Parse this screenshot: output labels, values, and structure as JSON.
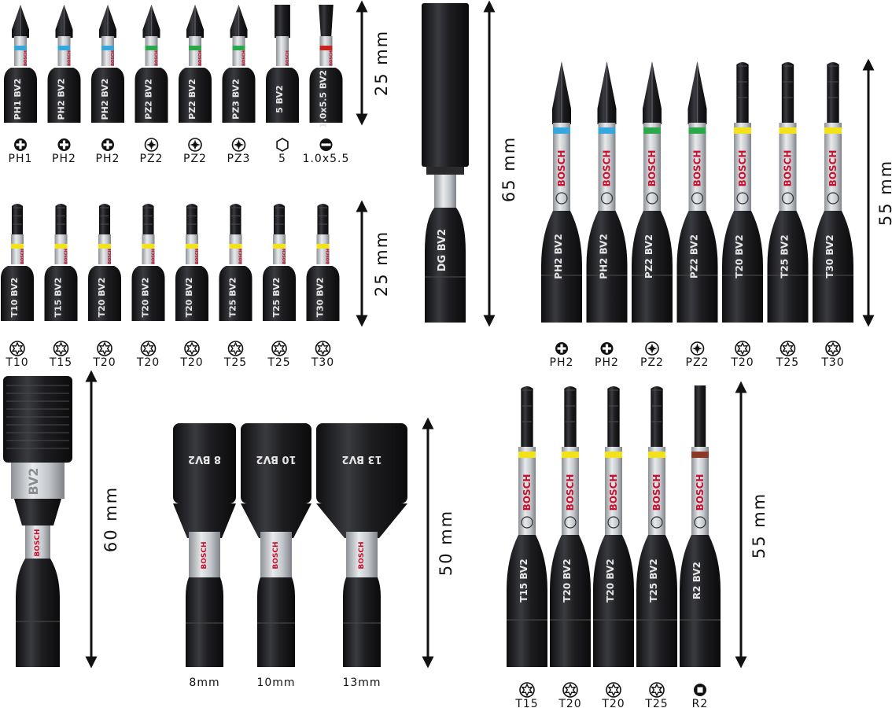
{
  "colors": {
    "bit_black": "#1b1b1d",
    "steel": "#bfc4c8",
    "ph_band": "#35a7dc",
    "pz_band": "#2aa84a",
    "torx_band": "#f2e21c",
    "slot_band": "#c8241f",
    "r_band": "#8b3a2a",
    "bosch_red": "#c8102e"
  },
  "brand": "BOSCH",
  "groups": {
    "short_bits_row1": {
      "dimension": "25 mm",
      "bits": [
        {
          "mark": "PH1",
          "sub": "BV2",
          "band": "ph",
          "tip": "phillips",
          "icon": "phillips-icon",
          "label": "PH1"
        },
        {
          "mark": "PH2",
          "sub": "BV2",
          "band": "ph",
          "tip": "phillips",
          "icon": "phillips-icon",
          "label": "PH2"
        },
        {
          "mark": "PH2",
          "sub": "BV2",
          "band": "ph",
          "tip": "phillips",
          "icon": "phillips-icon",
          "label": "PH2"
        },
        {
          "mark": "PZ2",
          "sub": "BV2",
          "band": "pz",
          "tip": "phillips",
          "icon": "pozidriv-icon",
          "label": "PZ2"
        },
        {
          "mark": "PZ2",
          "sub": "BV2",
          "band": "pz",
          "tip": "phillips",
          "icon": "pozidriv-icon",
          "label": "PZ2"
        },
        {
          "mark": "PZ3",
          "sub": "BV2",
          "band": "pz",
          "tip": "phillips",
          "icon": "pozidriv-icon",
          "label": "PZ3"
        },
        {
          "mark": "5",
          "sub": "BV2",
          "band": "none",
          "tip": "hex",
          "icon": "hex-icon",
          "label": "5"
        },
        {
          "mark": "1.0x5.5",
          "sub": "BV2",
          "band": "slot",
          "tip": "slot",
          "icon": "slotted-icon",
          "label": "1.0x5.5"
        }
      ]
    },
    "short_bits_row2": {
      "dimension": "25 mm",
      "bits": [
        {
          "mark": "T10",
          "sub": "BV2",
          "band": "torx",
          "tip": "torx",
          "icon": "torx-icon",
          "label": "T10"
        },
        {
          "mark": "T15",
          "sub": "BV2",
          "band": "torx",
          "tip": "torx",
          "icon": "torx-icon",
          "label": "T15"
        },
        {
          "mark": "T20",
          "sub": "BV2",
          "band": "torx",
          "tip": "torx",
          "icon": "torx-icon",
          "label": "T20"
        },
        {
          "mark": "T20",
          "sub": "BV2",
          "band": "torx",
          "tip": "torx",
          "icon": "torx-icon",
          "label": "T20"
        },
        {
          "mark": "T20",
          "sub": "BV2",
          "band": "torx",
          "tip": "torx",
          "icon": "torx-icon",
          "label": "T20"
        },
        {
          "mark": "T25",
          "sub": "BV2",
          "band": "torx",
          "tip": "torx",
          "icon": "torx-icon",
          "label": "T25"
        },
        {
          "mark": "T25",
          "sub": "BV2",
          "band": "torx",
          "tip": "torx",
          "icon": "torx-icon",
          "label": "T25"
        },
        {
          "mark": "T30",
          "sub": "BV2",
          "band": "torx",
          "tip": "torx",
          "icon": "torx-icon",
          "label": "T30"
        }
      ]
    },
    "bit_holder": {
      "dimension": "65 mm",
      "mark": "DG",
      "sub": "BV2"
    },
    "long_bits_row1": {
      "dimension": "55 mm",
      "bits": [
        {
          "mark": "PH2",
          "sub": "BV2",
          "band": "ph",
          "tip": "phillips",
          "icon": "phillips-icon",
          "label": "PH2"
        },
        {
          "mark": "PH2",
          "sub": "BV2",
          "band": "ph",
          "tip": "phillips",
          "icon": "phillips-icon",
          "label": "PH2"
        },
        {
          "mark": "PZ2",
          "sub": "BV2",
          "band": "pz",
          "tip": "phillips",
          "icon": "pozidriv-icon",
          "label": "PZ2"
        },
        {
          "mark": "PZ2",
          "sub": "BV2",
          "band": "pz",
          "tip": "phillips",
          "icon": "pozidriv-icon",
          "label": "PZ2"
        },
        {
          "mark": "T20",
          "sub": "BV2",
          "band": "torx",
          "tip": "torx",
          "icon": "torx-icon",
          "label": "T20"
        },
        {
          "mark": "T25",
          "sub": "BV2",
          "band": "torx",
          "tip": "torx",
          "icon": "torx-icon",
          "label": "T25"
        },
        {
          "mark": "T30",
          "sub": "BV2",
          "band": "torx",
          "tip": "torx",
          "icon": "torx-icon",
          "label": "T30"
        }
      ]
    },
    "quick_release_holder": {
      "dimension": "60 mm",
      "mark": "BV2"
    },
    "nut_setters": {
      "dimension": "50 mm",
      "items": [
        {
          "mark": "8",
          "sub": "BV2",
          "label": "8mm"
        },
        {
          "mark": "10",
          "sub": "BV2",
          "label": "10mm"
        },
        {
          "mark": "13",
          "sub": "BV2",
          "label": "13mm"
        }
      ]
    },
    "long_bits_row2": {
      "dimension": "55 mm",
      "bits": [
        {
          "mark": "T15",
          "sub": "BV2",
          "band": "torx",
          "tip": "torx",
          "icon": "torx-icon",
          "label": "T15"
        },
        {
          "mark": "T20",
          "sub": "BV2",
          "band": "torx",
          "tip": "torx",
          "icon": "torx-icon",
          "label": "T20"
        },
        {
          "mark": "T20",
          "sub": "BV2",
          "band": "torx",
          "tip": "torx",
          "icon": "torx-icon",
          "label": "T20"
        },
        {
          "mark": "T25",
          "sub": "BV2",
          "band": "torx",
          "tip": "torx",
          "icon": "torx-icon",
          "label": "T25"
        },
        {
          "mark": "R2",
          "sub": "BV2",
          "band": "r",
          "tip": "square",
          "icon": "robertson-icon",
          "label": "R2"
        }
      ]
    }
  }
}
